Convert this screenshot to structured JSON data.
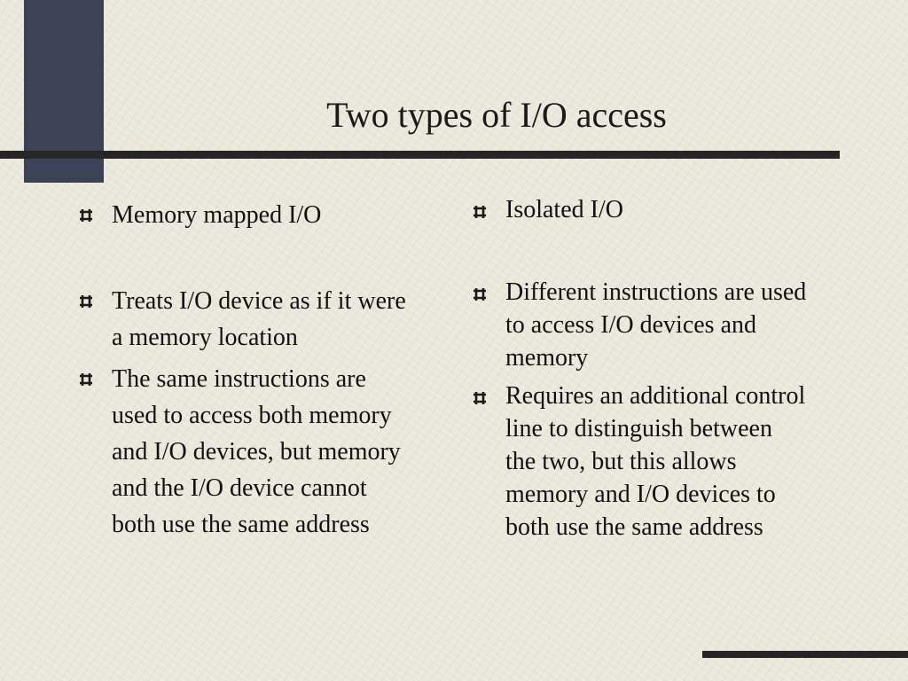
{
  "slide": {
    "title": "Two types of I/O access",
    "left_column": {
      "items": [
        {
          "text": "Memory mapped I/O"
        },
        {
          "text": "Treats I/O device as if it were a memory location"
        },
        {
          "text": "The same instructions are used to access both memory and I/O devices, but memory and the I/O device cannot both use the same address"
        }
      ]
    },
    "right_column": {
      "items": [
        {
          "text": "Isolated I/O"
        },
        {
          "text": "Different instructions are used to access I/O devices and memory"
        },
        {
          "text": "Requires an additional control line to distinguish between the two, but this allows memory and I/O devices to both use the same address"
        }
      ]
    },
    "colors": {
      "background": "#e9e8da",
      "accent_block": "#3b4256",
      "rules": "#262626",
      "text": "#111111"
    },
    "icons": {
      "bullet": "hash-bullet-icon"
    }
  }
}
